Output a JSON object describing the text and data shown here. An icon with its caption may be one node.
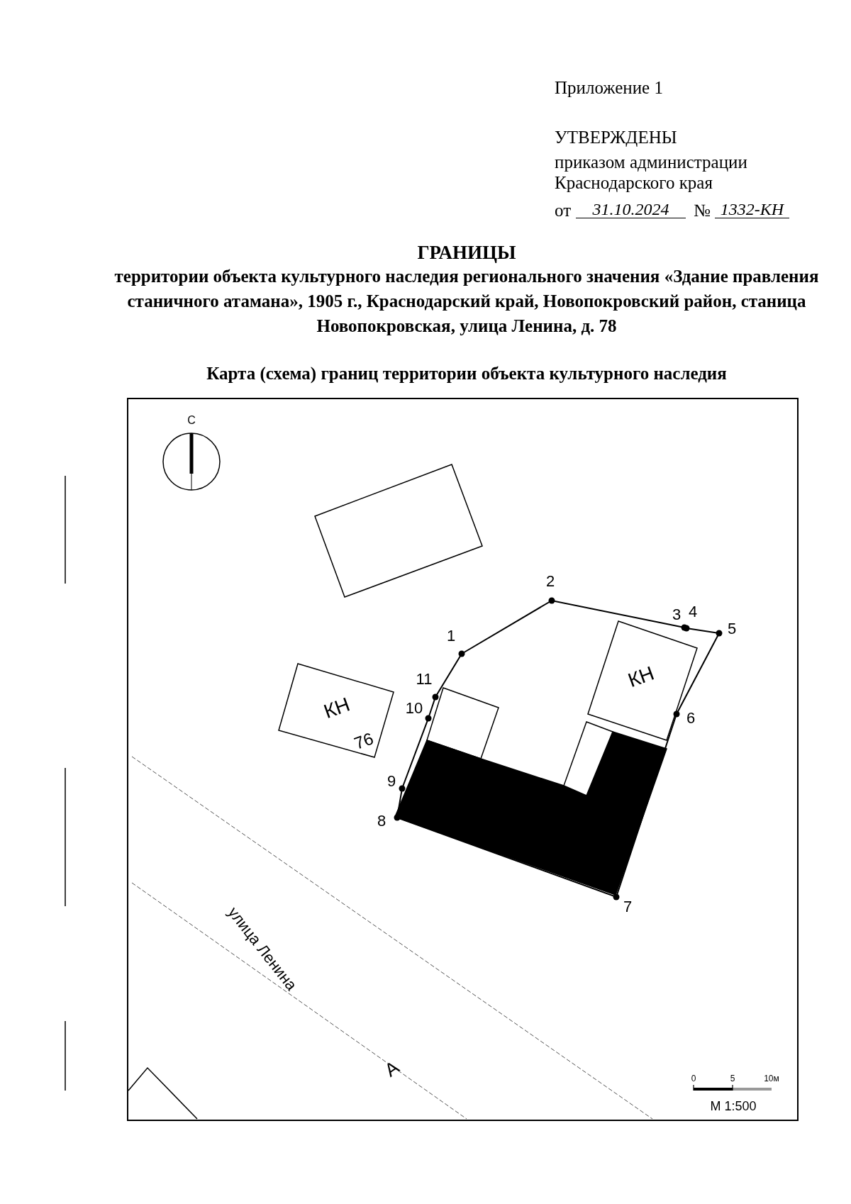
{
  "diagram": {
    "title": "ГРАНИЦЫ",
    "nodes": [
      {
        "text": [],
        "shape": "box"
      },
      {
        "text": [
          "КН",
          "76"
        ]
      },
      {
        "text": [
          "КН"
        ]
      },
      {
        "text": [],
        "shape": "box"
      },
      {
        "text": [],
        "shape": "box"
      },
      {
        "text": [],
        "shape": "box"
      }
    ],
    "labels": [
      "Приложение 1",
      "УТВЕРЖДЕНЫ",
      "приказом администрации Краснодарского края",
      "от",
      "31.10.2024",
      "№",
      "1332-КН",
      "территории объекта культурного наследия регионального значения «Здание правления станичного атамана», 1905 г., Краснодарский край, Новопокровский район, станица Новопокровская, улица Ленина, д. 78",
      "Карта (схема) границ территории объекта культурного наследия",
      "С",
      "1",
      "2",
      "3",
      "4",
      "5",
      "6",
      "7",
      "8",
      "9",
      "10",
      "11",
      "улица Ленина",
      "А",
      "0",
      "5",
      "10м",
      "М 1:500"
    ]
  }
}
